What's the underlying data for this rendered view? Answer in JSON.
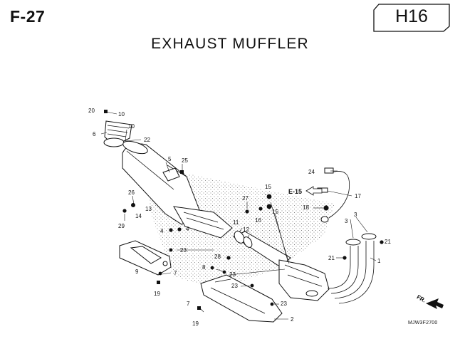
{
  "header": {
    "page_code": "F-27",
    "section_code": "H16",
    "title": "EXHAUST MUFFLER"
  },
  "reference": {
    "label": "E-15"
  },
  "footer": {
    "direction_mark": "FR.",
    "drawing_number": "MJW3F2700"
  },
  "callouts": [
    "20",
    "10",
    "6",
    "10",
    "22",
    "5",
    "25",
    "26",
    "13",
    "14",
    "29",
    "4",
    "4",
    "23",
    "9",
    "7",
    "19",
    "27",
    "15",
    "15",
    "16",
    "11",
    "12",
    "28",
    "8",
    "23",
    "23",
    "23",
    "7",
    "19",
    "2",
    "24",
    "17",
    "18",
    "3",
    "3",
    "21",
    "21",
    "1"
  ]
}
